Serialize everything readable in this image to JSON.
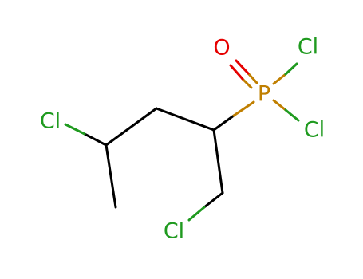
{
  "molecule": {
    "atoms": [
      {
        "id": "cl_left",
        "label": "Cl",
        "element": "Cl",
        "color": "#1f9a1f"
      },
      {
        "id": "cl_bottom",
        "label": "Cl",
        "element": "Cl",
        "color": "#1f9a1f"
      },
      {
        "id": "o",
        "label": "O",
        "element": "O",
        "color": "#e60000"
      },
      {
        "id": "p",
        "label": "P",
        "element": "P",
        "color": "#c07f00"
      },
      {
        "id": "cl_p_top",
        "label": "Cl",
        "element": "Cl",
        "color": "#1f9a1f"
      },
      {
        "id": "cl_p_right",
        "label": "Cl",
        "element": "Cl",
        "color": "#1f9a1f"
      }
    ],
    "colors": {
      "carbon_bond": "#000000",
      "chlorine": "#1f9a1f",
      "oxygen": "#e60000",
      "phosphorus": "#c07f00"
    }
  }
}
